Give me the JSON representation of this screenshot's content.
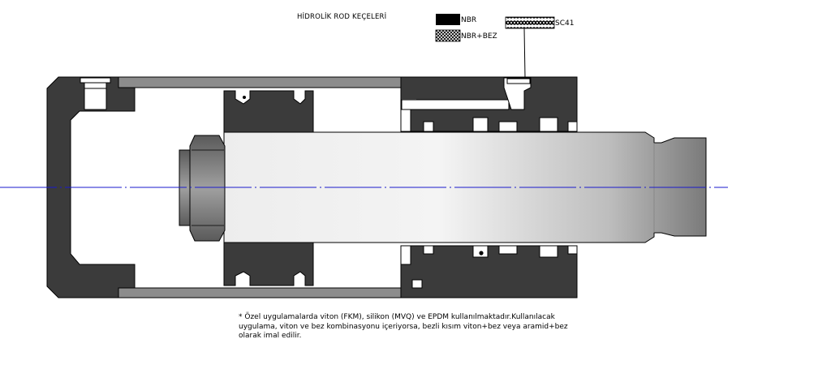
{
  "diagram": {
    "title": "HİDROLİK ROD KEÇELERİ",
    "legend": [
      {
        "label": "NBR",
        "fill": "solid-black"
      },
      {
        "label": "NBR+BEZ",
        "fill": "crosshatch"
      },
      {
        "label": "SC41",
        "fill": "braided"
      }
    ],
    "footnote": "* Özel uygulamalarda viton (FKM), silikon (MVQ) ve EPDM kullanılmaktadır.Kullanılacak uygulama, viton ve bez kombinasyonu içeriyorsa, bezli kısım viton+bez veya aramid+bez olarak imal edilir."
  },
  "colors": {
    "body": "#3b3b3b",
    "outline": "#000000",
    "tube": "#8c8c8c",
    "centerline": "#1a1acc",
    "rod_light": "#f2f2f2",
    "rod_dark": "#7a7a7a"
  }
}
